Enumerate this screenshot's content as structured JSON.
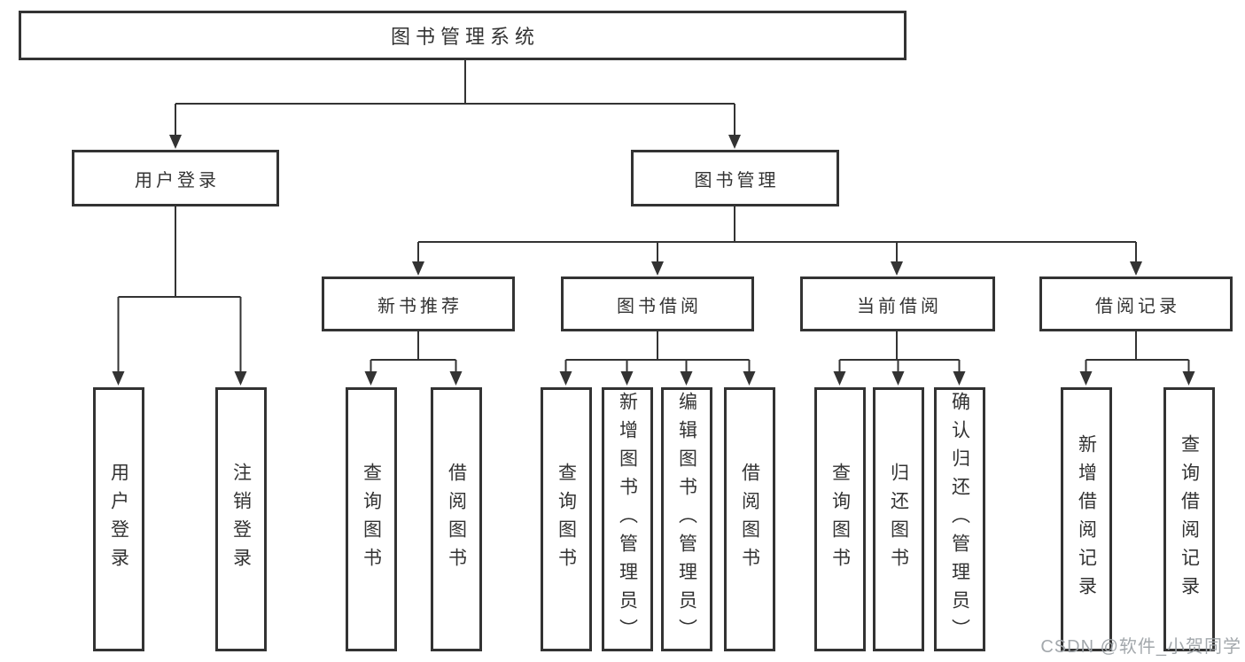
{
  "diagram": {
    "title": "图书管理系统",
    "watermark": "CSDN @软件_小贺同学",
    "colors": {
      "background": "#ffffff",
      "ink": "#333333",
      "watermark": "#9ea3a8"
    },
    "nodes": {
      "root": {
        "label": "图书管理系统"
      },
      "login": {
        "label": "用户登录"
      },
      "mgmt": {
        "label": "图书管理"
      },
      "rec": {
        "label": "新书推荐"
      },
      "borrow": {
        "label": "图书借阅"
      },
      "current": {
        "label": "当前借阅"
      },
      "records": {
        "label": "借阅记录"
      },
      "login_user": {
        "label": "用户登录"
      },
      "login_logout": {
        "label": "注销登录"
      },
      "rec_query": {
        "label": "查询图书"
      },
      "rec_borrow": {
        "label": "借阅图书"
      },
      "borrow_query": {
        "label": "查询图书"
      },
      "borrow_add": {
        "label": "新增图书（管理员）"
      },
      "borrow_edit": {
        "label": "编辑图书（管理员）"
      },
      "borrow_borrow": {
        "label": "借阅图书"
      },
      "current_query": {
        "label": "查询图书"
      },
      "current_return": {
        "label": "归还图书"
      },
      "current_confirm": {
        "label": "确认归还（管理员）"
      },
      "records_add": {
        "label": "新增借阅记录"
      },
      "records_query": {
        "label": "查询借阅记录"
      }
    },
    "edges": [
      [
        "root",
        "login"
      ],
      [
        "root",
        "mgmt"
      ],
      [
        "login",
        "login_user"
      ],
      [
        "login",
        "login_logout"
      ],
      [
        "mgmt",
        "rec"
      ],
      [
        "mgmt",
        "borrow"
      ],
      [
        "mgmt",
        "current"
      ],
      [
        "mgmt",
        "records"
      ],
      [
        "rec",
        "rec_query"
      ],
      [
        "rec",
        "rec_borrow"
      ],
      [
        "borrow",
        "borrow_query"
      ],
      [
        "borrow",
        "borrow_add"
      ],
      [
        "borrow",
        "borrow_edit"
      ],
      [
        "borrow",
        "borrow_borrow"
      ],
      [
        "current",
        "current_query"
      ],
      [
        "current",
        "current_return"
      ],
      [
        "current",
        "current_confirm"
      ],
      [
        "records",
        "records_add"
      ],
      [
        "records",
        "records_query"
      ]
    ]
  }
}
